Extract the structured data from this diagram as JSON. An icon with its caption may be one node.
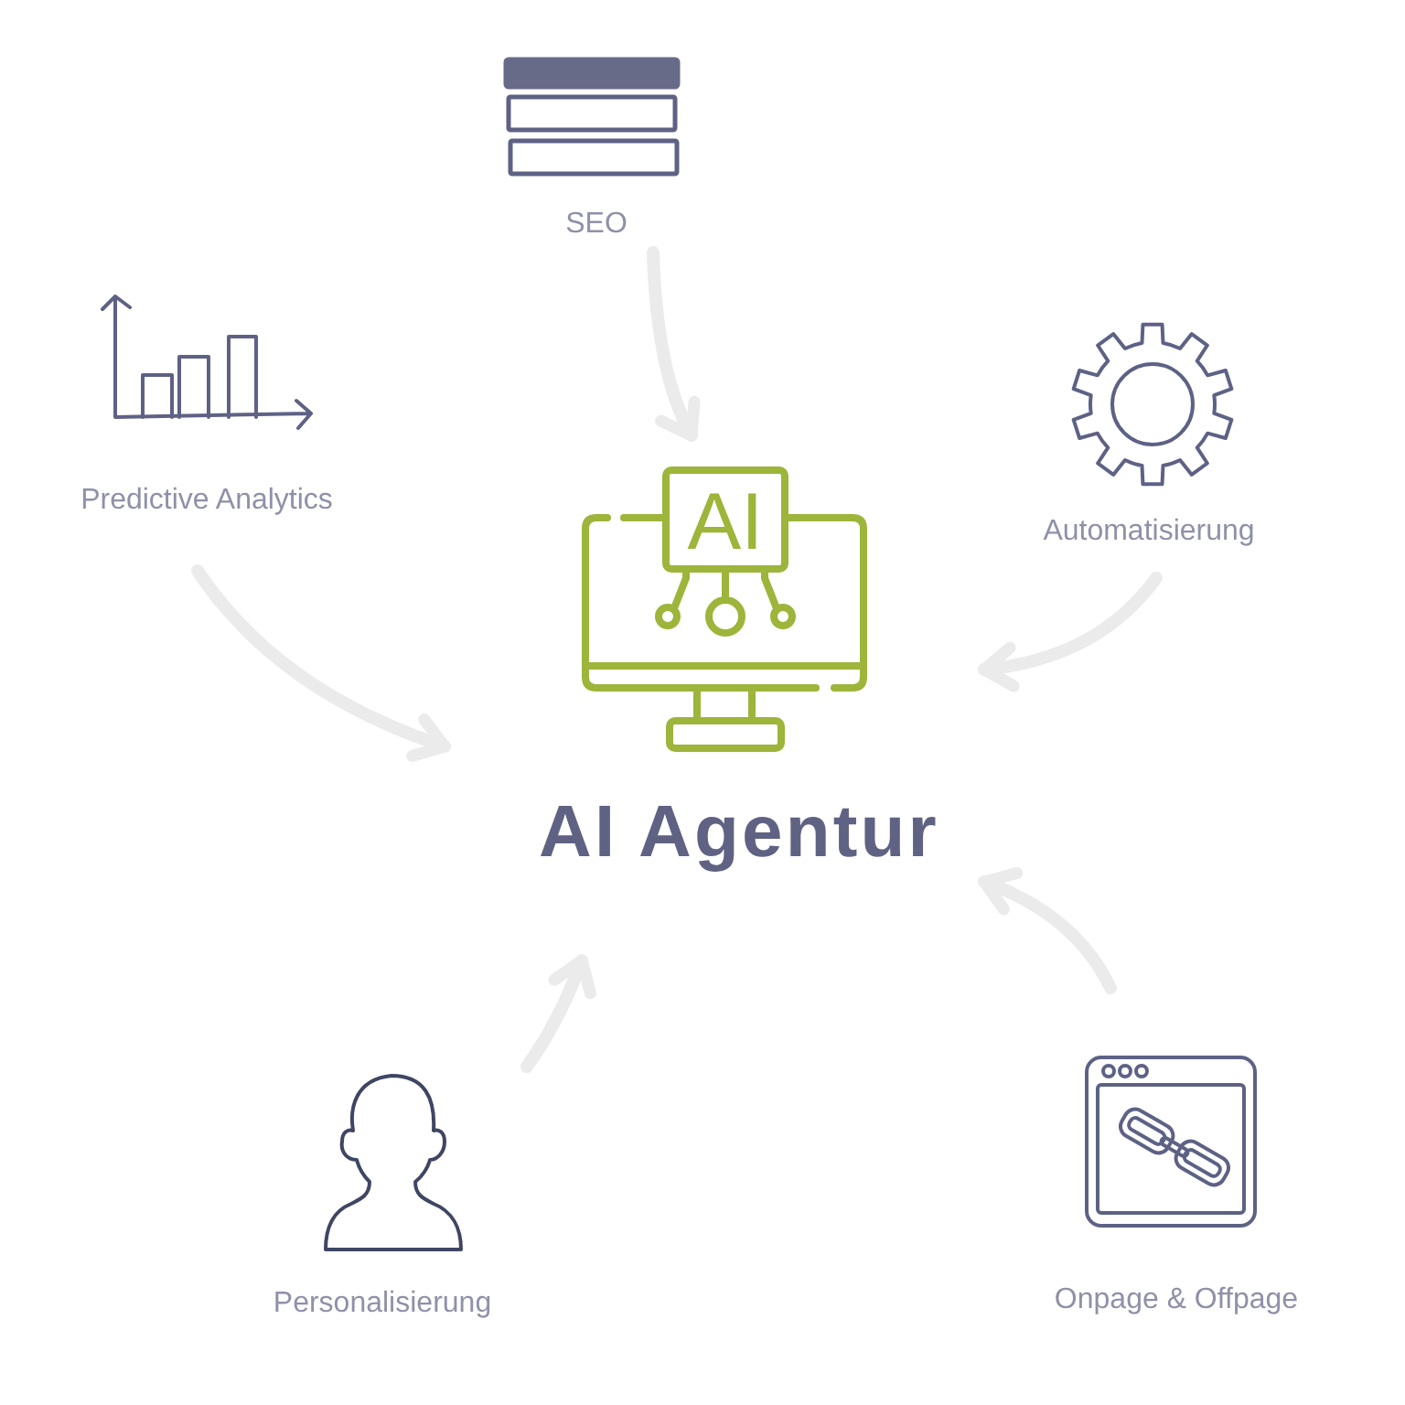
{
  "diagram": {
    "nodes": [
      {
        "text": [
          "AI",
          "AI Agentur"
        ]
      },
      {
        "text": [
          "SEO"
        ]
      },
      {
        "text": [
          "Predictive Analytics"
        ]
      },
      {
        "text": [
          "Automatisierung"
        ]
      },
      {
        "text": [
          "Personalisierung"
        ]
      },
      {
        "text": [
          "Onpage & Offpage"
        ]
      }
    ],
    "edges": [
      {
        "from": 1,
        "to": 0,
        "arrow": "to"
      },
      {
        "from": 2,
        "to": 0,
        "arrow": "to"
      },
      {
        "from": 3,
        "to": 0,
        "arrow": "to"
      },
      {
        "from": 4,
        "to": 0,
        "arrow": "to"
      },
      {
        "from": 5,
        "to": 0,
        "arrow": "to"
      }
    ]
  }
}
